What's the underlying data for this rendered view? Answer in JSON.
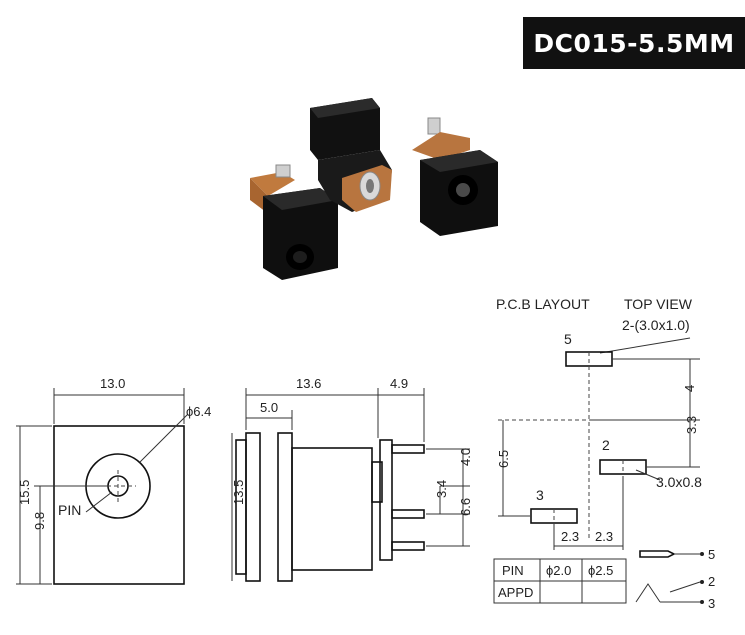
{
  "badge": {
    "text": "DC015-5.5MM"
  },
  "colors": {
    "badge_bg": "#111111",
    "badge_fg": "#ffffff",
    "line": "#222222",
    "jack_body": "#101010",
    "jack_base": "#b8753f"
  },
  "front_view": {
    "width_label": "13.0",
    "hole_label": "ϕ6.4",
    "height_label": "15.5",
    "pin_height_label": "9.8",
    "pin_label": "PIN"
  },
  "side_view": {
    "length_label": "13.6",
    "flange_label": "5.0",
    "pin_len_label": "4.9",
    "height_label": "13.5",
    "pin_gap_label": "4.0",
    "pin_offset_label": "3.4",
    "pin_span_label": "6.6"
  },
  "pcb": {
    "title_layout": "P.C.B LAYOUT",
    "title_top": "TOP VIEW",
    "slot_label": "2-(3.0x1.0)",
    "pad5": "5",
    "pad2": "2",
    "pad3": "3",
    "dim_4": "4",
    "dim_33": "3.3",
    "dim_65": "6.5",
    "dim_23a": "2.3",
    "dim_23b": "2.3",
    "slot2_label": "3.0x0.8"
  },
  "pin_table": {
    "rows": [
      [
        "PIN",
        "ϕ2.0",
        "ϕ2.5"
      ],
      [
        "APPD",
        "",
        ""
      ]
    ]
  },
  "schematic": {
    "p5": "5",
    "p2": "2",
    "p3": "3"
  }
}
